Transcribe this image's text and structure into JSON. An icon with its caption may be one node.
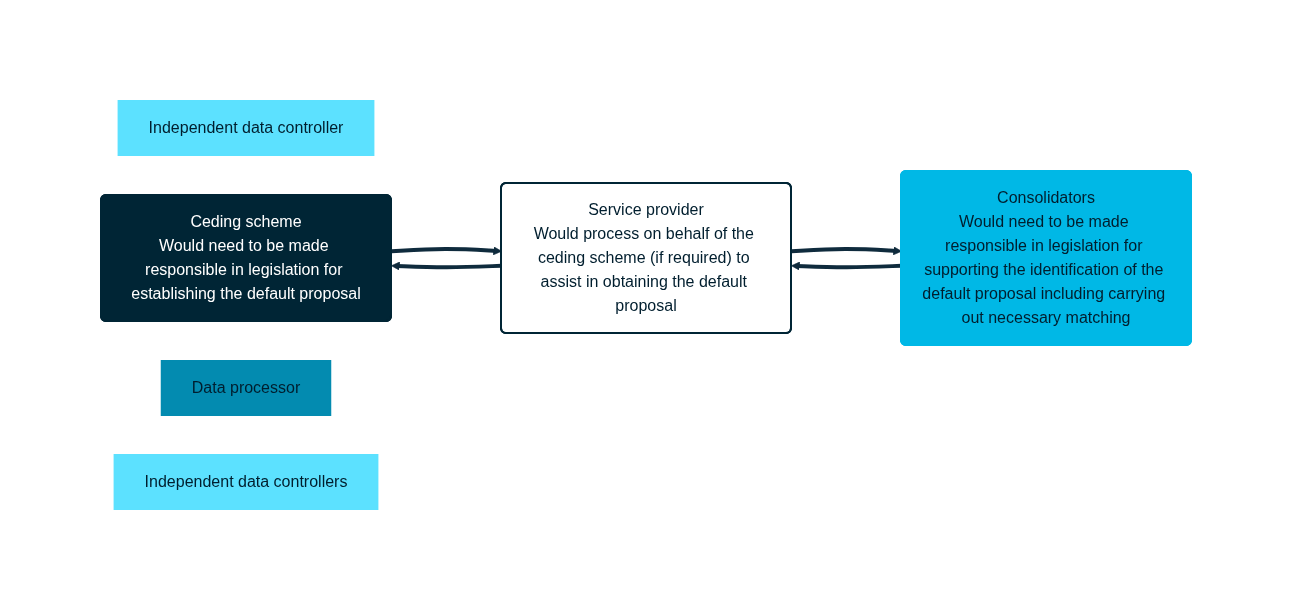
{
  "diagram": {
    "nodes": [
      {
        "text": [
          "Independent data controller"
        ]
      },
      {
        "text": [
          "Ceding scheme",
          "Would need to be made responsible in legislation for establishing the default proposal"
        ]
      },
      {
        "text": [
          "Data processor"
        ]
      },
      {
        "text": [
          "Service provider",
          "Would process on behalf of the ceding scheme (if required) to assist in obtaining the default proposal"
        ]
      },
      {
        "text": [
          "Independent data controllers"
        ]
      },
      {
        "text": [
          "Consolidators",
          "Would need to be made responsible in legislation for supporting the identification of the default proposal including carrying out necessary matching"
        ]
      }
    ],
    "edges": [
      {
        "from": 1,
        "to": 3,
        "arrow": "to"
      },
      {
        "from": 3,
        "to": 1,
        "arrow": "to"
      },
      {
        "from": 3,
        "to": 5,
        "arrow": "to"
      },
      {
        "from": 5,
        "to": 3,
        "arrow": "to"
      }
    ]
  }
}
